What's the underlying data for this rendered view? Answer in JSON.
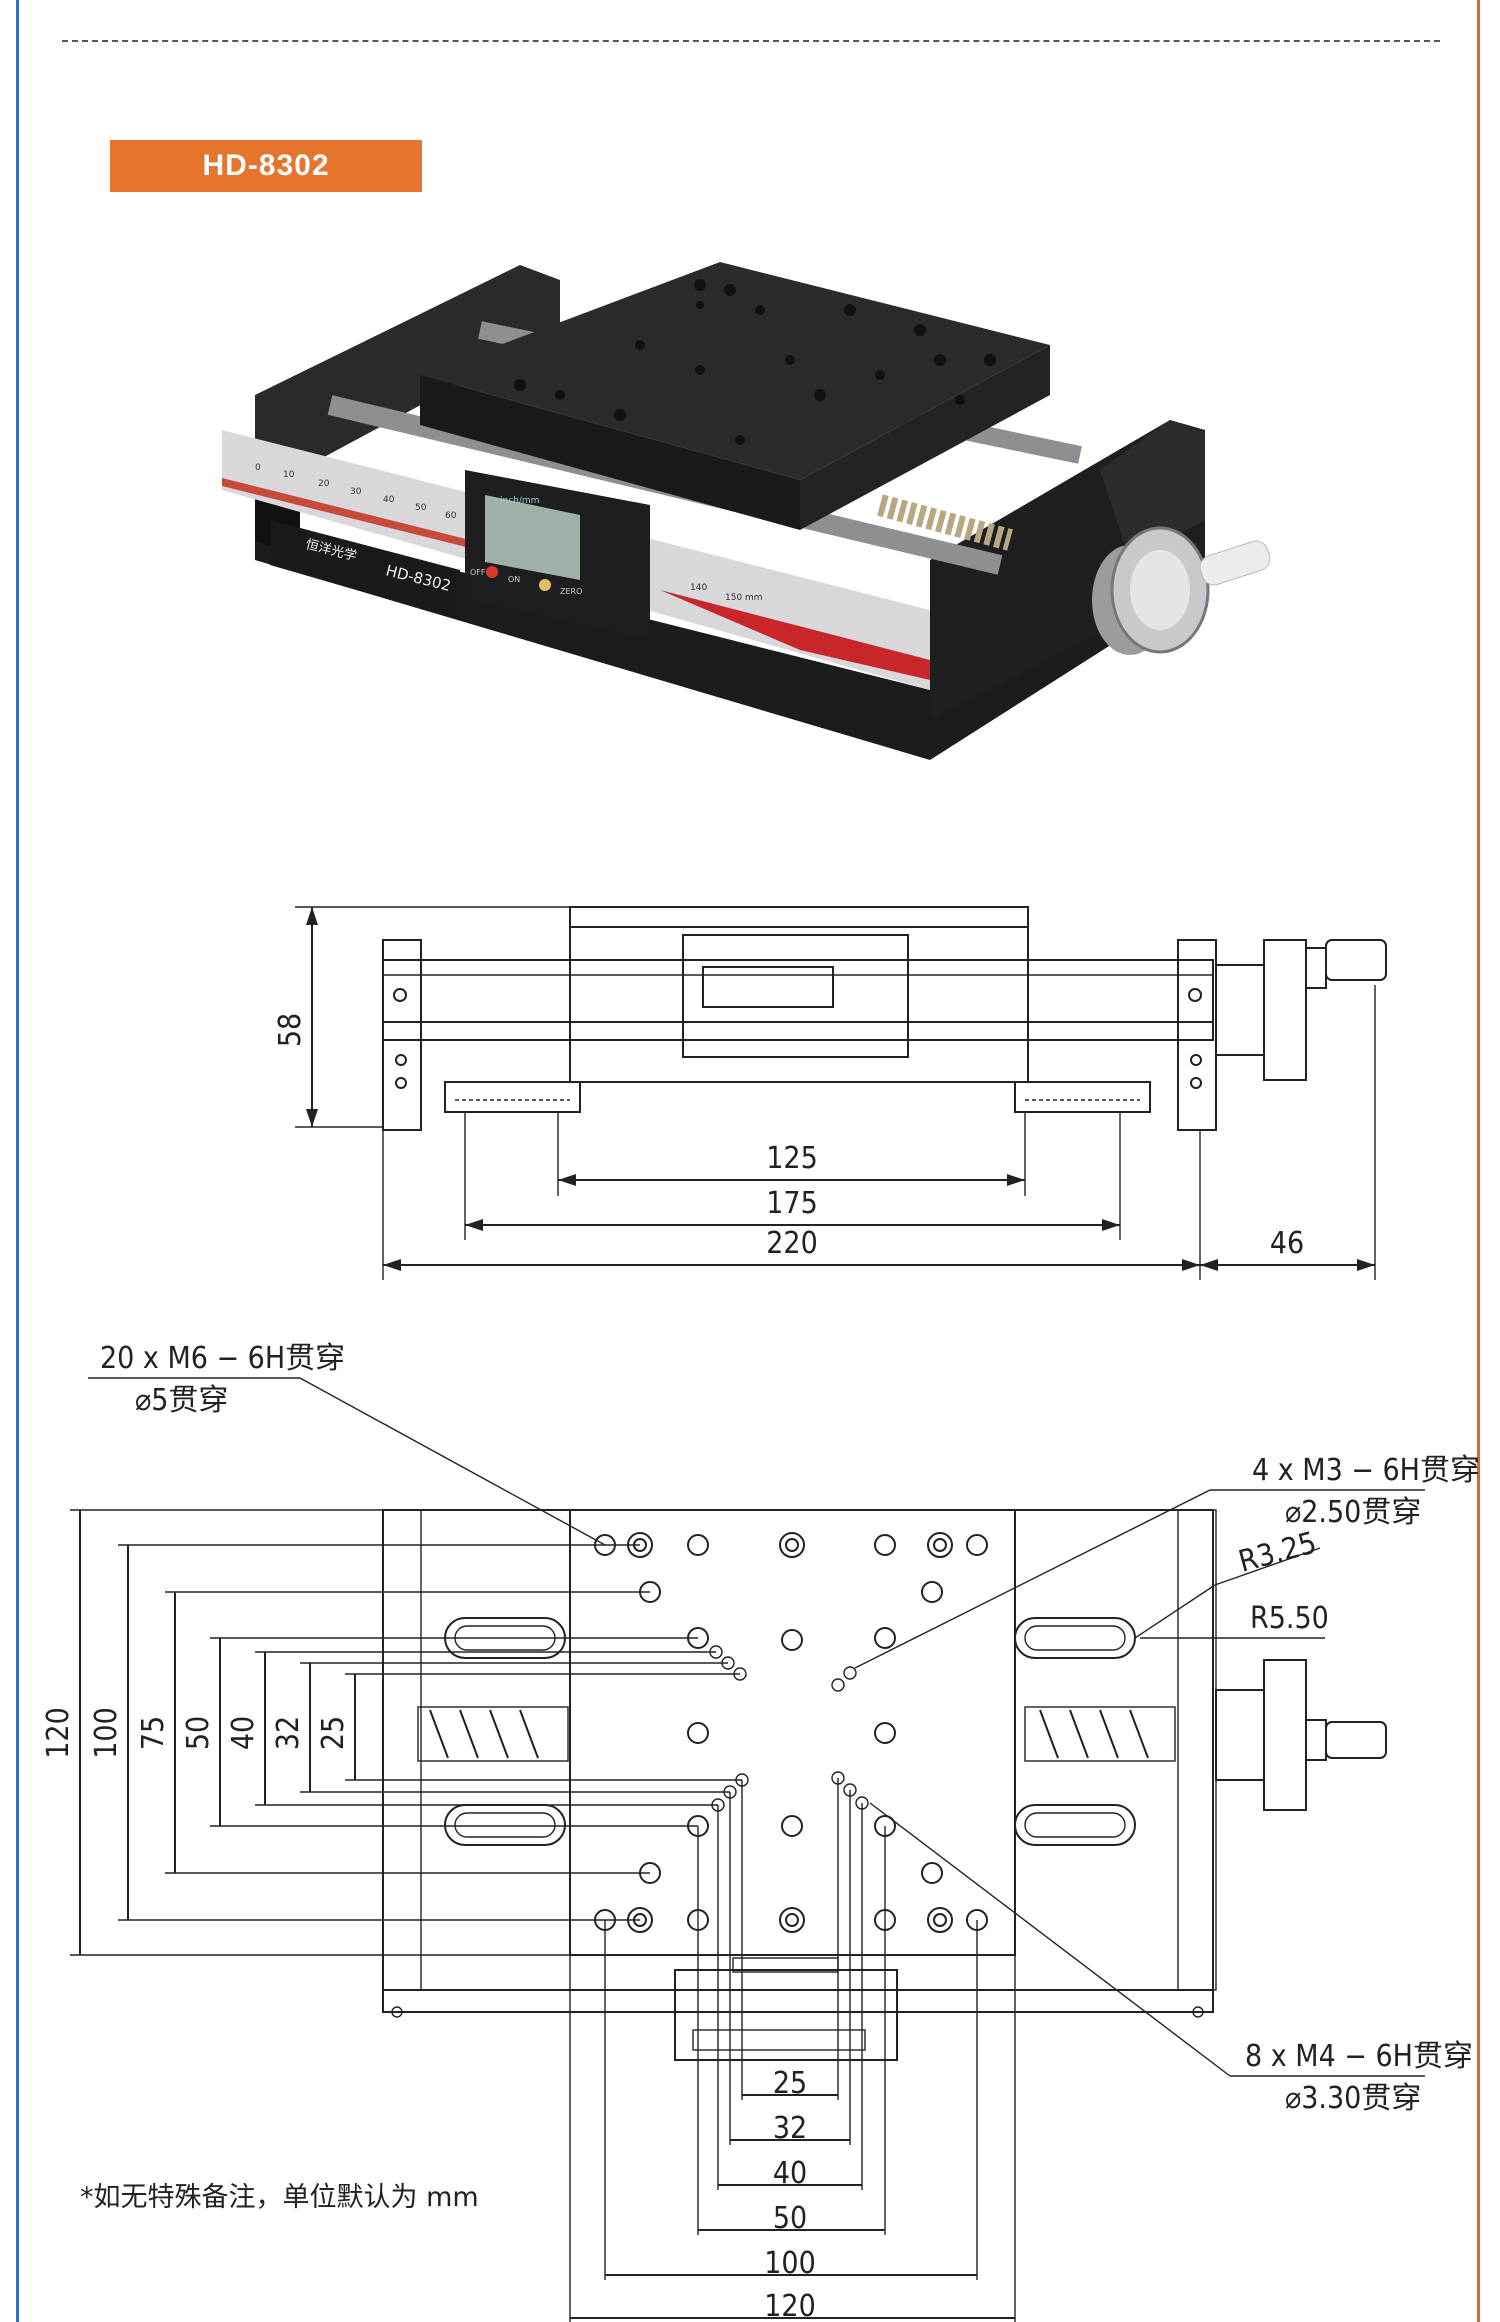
{
  "product": {
    "model": "HD-8302",
    "brand_label": "恒洋光学",
    "body_model": "HD-8302"
  },
  "caliper": {
    "unit_toggle": "inch/mm",
    "off": "OFF",
    "on": "ON",
    "zero": "ZERO",
    "scale_labels": [
      "0",
      "10",
      "20",
      "30",
      "40",
      "50",
      "60",
      "140",
      "150 mm"
    ]
  },
  "side_view": {
    "height": "58",
    "dim_125": "125",
    "dim_175": "175",
    "dim_220": "220",
    "dim_46": "46"
  },
  "top_view": {
    "callout_m6_line1": "20 x M6 − 6H贯穿",
    "callout_m6_line2": "⌀5贯穿",
    "callout_m3_line1": "4 x M3 − 6H贯穿",
    "callout_m3_line2": "⌀2.50贯穿",
    "r325": "R3.25",
    "r550": "R5.50",
    "callout_m4_line1": "8 x M4 − 6H贯穿",
    "callout_m4_line2": "⌀3.30贯穿",
    "vdims": [
      "120",
      "100",
      "75",
      "50",
      "40",
      "32",
      "25"
    ],
    "hdims": [
      "25",
      "32",
      "40",
      "50",
      "100",
      "120"
    ]
  },
  "note": "*如无特殊备注，单位默认为 mm"
}
